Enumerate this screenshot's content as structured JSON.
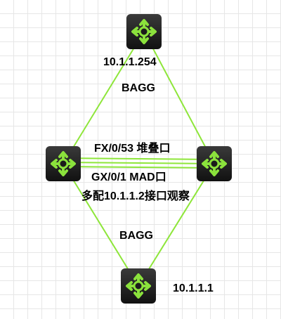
{
  "nodes": {
    "top": {
      "icon": "router-icon"
    },
    "left": {
      "icon": "router-icon"
    },
    "right": {
      "icon": "router-icon"
    },
    "bottom": {
      "icon": "router-icon"
    }
  },
  "labels": {
    "top_ip": "10.1.1.254",
    "top_bagg": "BAGG",
    "stack_link": "FX/0/53 堆叠口",
    "mad_link": "GX/0/1 MAD口",
    "mad_note": "多配10.1.1.2接口观察",
    "bottom_bagg": "BAGG",
    "bottom_ip": "10.1.1.1"
  },
  "colors": {
    "link": "#8ee63a",
    "link_dark": "#5cb82a",
    "router_body": "#222222",
    "router_arrow": "#8be23c"
  }
}
